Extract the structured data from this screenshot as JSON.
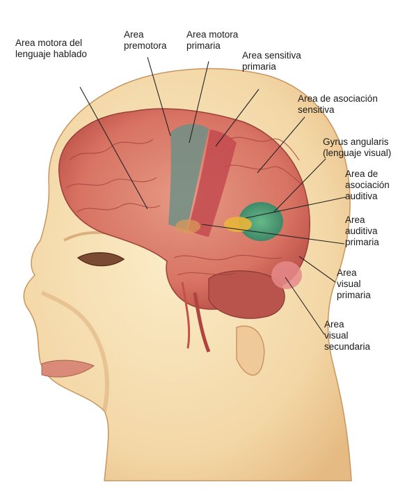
{
  "labels": {
    "motor_language": "Area motora del\nlenguaje hablado",
    "premotor": "Area\npremotora",
    "primary_motor": "Area motora\nprimaria",
    "primary_sensory": "Area sensitiva\nprimaria",
    "sensory_association": "Area de asociación\nsensitiva",
    "angular_gyrus": "Gyrus angularis\n(lenguaje visual)",
    "auditory_association": "Area de\nasociación\nauditiva",
    "primary_auditory": "Area\nauditiva\nprimaria",
    "primary_visual": "Area\nvisual\nprimaria",
    "secondary_visual": "Area\nvisual\nsecundaria"
  },
  "colors": {
    "skin": "#f6dfb3",
    "skin_shadow": "#e9bf86",
    "brain": "#d9776a",
    "brain_dark": "#a8423d",
    "motor_strip": "#6f8f86",
    "sensory_strip": "#c2464c",
    "auditory": "#3aa07a",
    "auditory_primary": "#e9b53a",
    "visual": "#e58a8a",
    "leader_line": "#222222"
  }
}
